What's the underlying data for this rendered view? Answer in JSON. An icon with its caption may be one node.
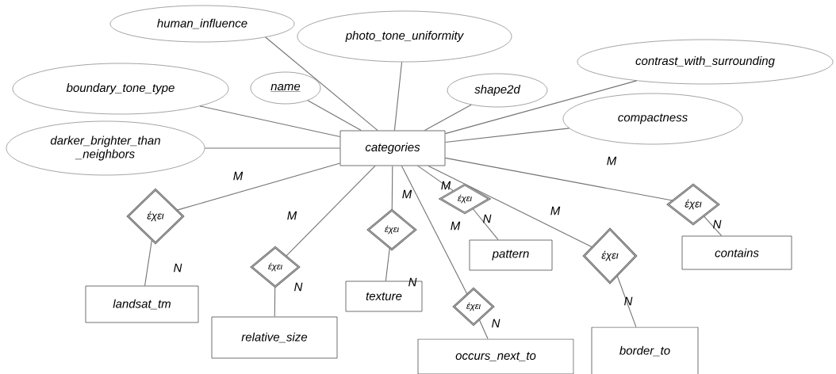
{
  "diagram": {
    "nodes": [
      {
        "text": [
          "categories"
        ]
      },
      {
        "text": [
          "human_influence"
        ]
      },
      {
        "text": [
          "photo_tone_uniformity"
        ]
      },
      {
        "text": [
          "contrast_with_surrounding"
        ]
      },
      {
        "text": [
          "boundary_tone_type"
        ]
      },
      {
        "text": [
          "name"
        ]
      },
      {
        "text": [
          "shape2d"
        ]
      },
      {
        "text": [
          "compactness"
        ]
      },
      {
        "text": [
          "darker_brighter_than _neighbors"
        ]
      },
      {
        "text": [
          "έχει"
        ]
      },
      {
        "text": [
          "landsat_tm"
        ]
      },
      {
        "text": [
          "έχει"
        ]
      },
      {
        "text": [
          "relative_size"
        ]
      },
      {
        "text": [
          "έχει"
        ]
      },
      {
        "text": [
          "texture"
        ]
      },
      {
        "text": [
          "έχει"
        ]
      },
      {
        "text": [
          "pattern"
        ]
      },
      {
        "text": [
          "έχει"
        ]
      },
      {
        "text": [
          "occurs_next_to"
        ]
      },
      {
        "text": [
          "έχει"
        ]
      },
      {
        "text": [
          "border_to"
        ]
      },
      {
        "text": [
          "έχει"
        ]
      },
      {
        "text": [
          "contains"
        ]
      }
    ],
    "edges": [
      {
        "from": 0,
        "to": 1,
        "arrow": "none"
      },
      {
        "from": 0,
        "to": 2,
        "arrow": "none"
      },
      {
        "from": 0,
        "to": 3,
        "arrow": "none"
      },
      {
        "from": 0,
        "to": 4,
        "arrow": "none"
      },
      {
        "from": 0,
        "to": 5,
        "arrow": "none"
      },
      {
        "from": 0,
        "to": 6,
        "arrow": "none"
      },
      {
        "from": 0,
        "to": 7,
        "arrow": "none"
      },
      {
        "from": 0,
        "to": 8,
        "arrow": "none"
      },
      {
        "from": 0,
        "to": 9,
        "arrow": "none",
        "label": "M"
      },
      {
        "from": 9,
        "to": 10,
        "arrow": "none",
        "label": "N"
      },
      {
        "from": 0,
        "to": 11,
        "arrow": "none",
        "label": "M"
      },
      {
        "from": 11,
        "to": 12,
        "arrow": "none",
        "label": "N"
      },
      {
        "from": 0,
        "to": 13,
        "arrow": "none",
        "label": "M"
      },
      {
        "from": 13,
        "to": 14,
        "arrow": "none",
        "label": "N"
      },
      {
        "from": 0,
        "to": 15,
        "arrow": "none",
        "label": "M"
      },
      {
        "from": 15,
        "to": 16,
        "arrow": "none",
        "label": "N"
      },
      {
        "from": 0,
        "to": 17,
        "arrow": "none",
        "label": "M"
      },
      {
        "from": 17,
        "to": 18,
        "arrow": "none",
        "label": "N"
      },
      {
        "from": 0,
        "to": 19,
        "arrow": "none",
        "label": "M"
      },
      {
        "from": 19,
        "to": 20,
        "arrow": "none",
        "label": "N"
      },
      {
        "from": 0,
        "to": 21,
        "arrow": "none",
        "label": "M"
      },
      {
        "from": 21,
        "to": 22,
        "arrow": "none",
        "label": "N"
      }
    ]
  }
}
